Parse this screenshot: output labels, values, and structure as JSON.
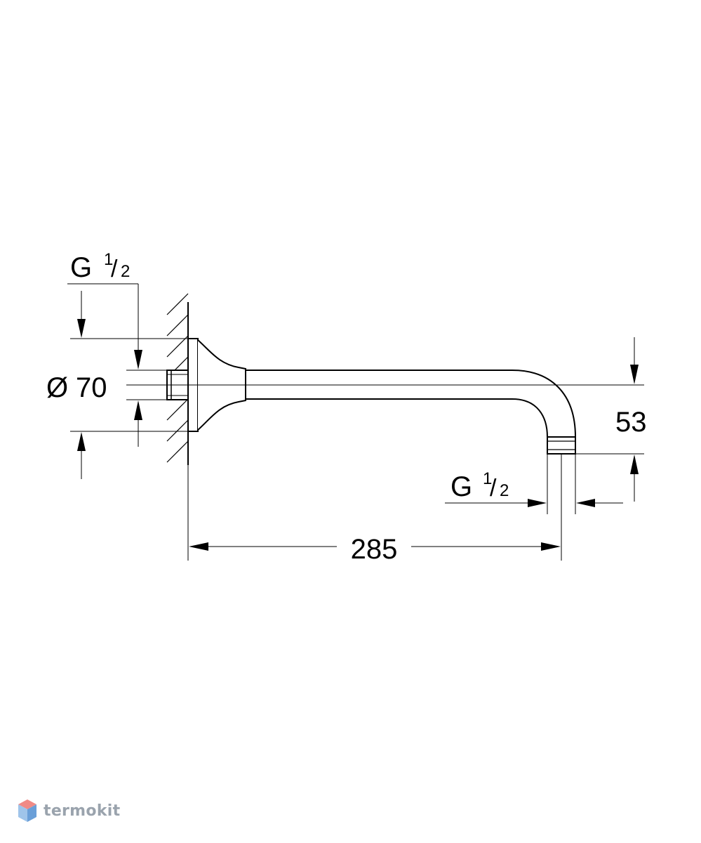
{
  "drawing": {
    "thread_top_label": {
      "base": "G",
      "num": "1",
      "den": "2"
    },
    "diameter_label": {
      "symbol": "Ø",
      "value": "70"
    },
    "drop_label": "53",
    "thread_outlet_label": {
      "base": "G",
      "num": "1",
      "den": "2"
    },
    "length_label": "285"
  },
  "logo": {
    "text": "termokit",
    "colors": {
      "top": "#f08a86",
      "left": "#9fc4ea",
      "right": "#6a9fd8",
      "text": "#9aa3ad"
    }
  },
  "colors": {
    "line": "#000000",
    "background": "#ffffff"
  }
}
